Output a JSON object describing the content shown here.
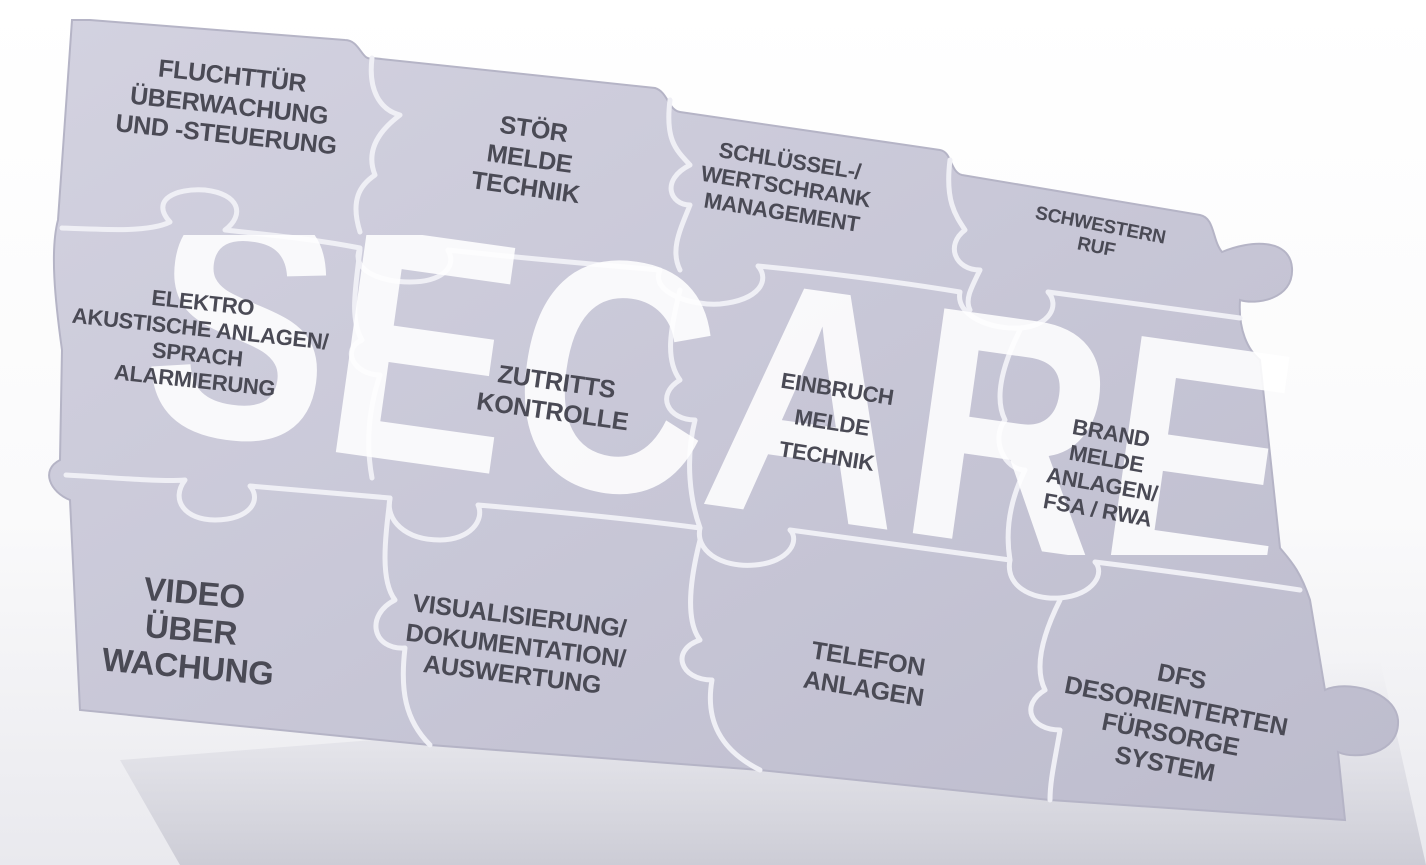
{
  "watermark": "SECARE",
  "pieces": [
    {
      "id": "fluchttuer",
      "lines": [
        "FLUCHTTÜR",
        "ÜBERWACHUNG",
        "UND -STEUERUNG"
      ]
    },
    {
      "id": "stoer",
      "lines": [
        "STÖR",
        "MELDE",
        "TECHNIK"
      ]
    },
    {
      "id": "schluessel",
      "lines": [
        "SCHLÜSSEL-/",
        "WERTSCHRANK",
        "MANAGEMENT"
      ]
    },
    {
      "id": "schwestern",
      "lines": [
        "SCHWESTERN",
        "RUF"
      ]
    },
    {
      "id": "elektro",
      "lines": [
        "ELEKTRO",
        "AKUSTISCHE ANLAGEN/",
        "SPRACH",
        "ALARMIERUNG"
      ]
    },
    {
      "id": "zutritt",
      "lines": [
        "ZUTRITTS",
        "KONTROLLE"
      ]
    },
    {
      "id": "einbruch",
      "lines": [
        "EINBRUCH",
        "MELDE",
        "TECHNIK"
      ]
    },
    {
      "id": "brand",
      "lines": [
        "BRAND",
        "MELDE",
        "ANLAGEN/",
        "FSA / RWA"
      ]
    },
    {
      "id": "video",
      "lines": [
        "VIDEO",
        "ÜBER",
        "WACHUNG"
      ]
    },
    {
      "id": "visualisierung",
      "lines": [
        "VISUALISIERUNG/",
        "DOKUMENTATION/",
        "AUSWERTUNG"
      ]
    },
    {
      "id": "telefon",
      "lines": [
        "TELEFON",
        "ANLAGEN"
      ]
    },
    {
      "id": "dfs",
      "lines": [
        "DFS",
        "DESORIENTERTEN",
        "FÜRSORGE",
        "SYSTEM"
      ]
    }
  ],
  "colors": {
    "board": "#c7c6d6",
    "board_light": "#d9d8e4",
    "seam": "#eeeef4",
    "text": "#4a4a55",
    "watermark": "#ffffff"
  }
}
